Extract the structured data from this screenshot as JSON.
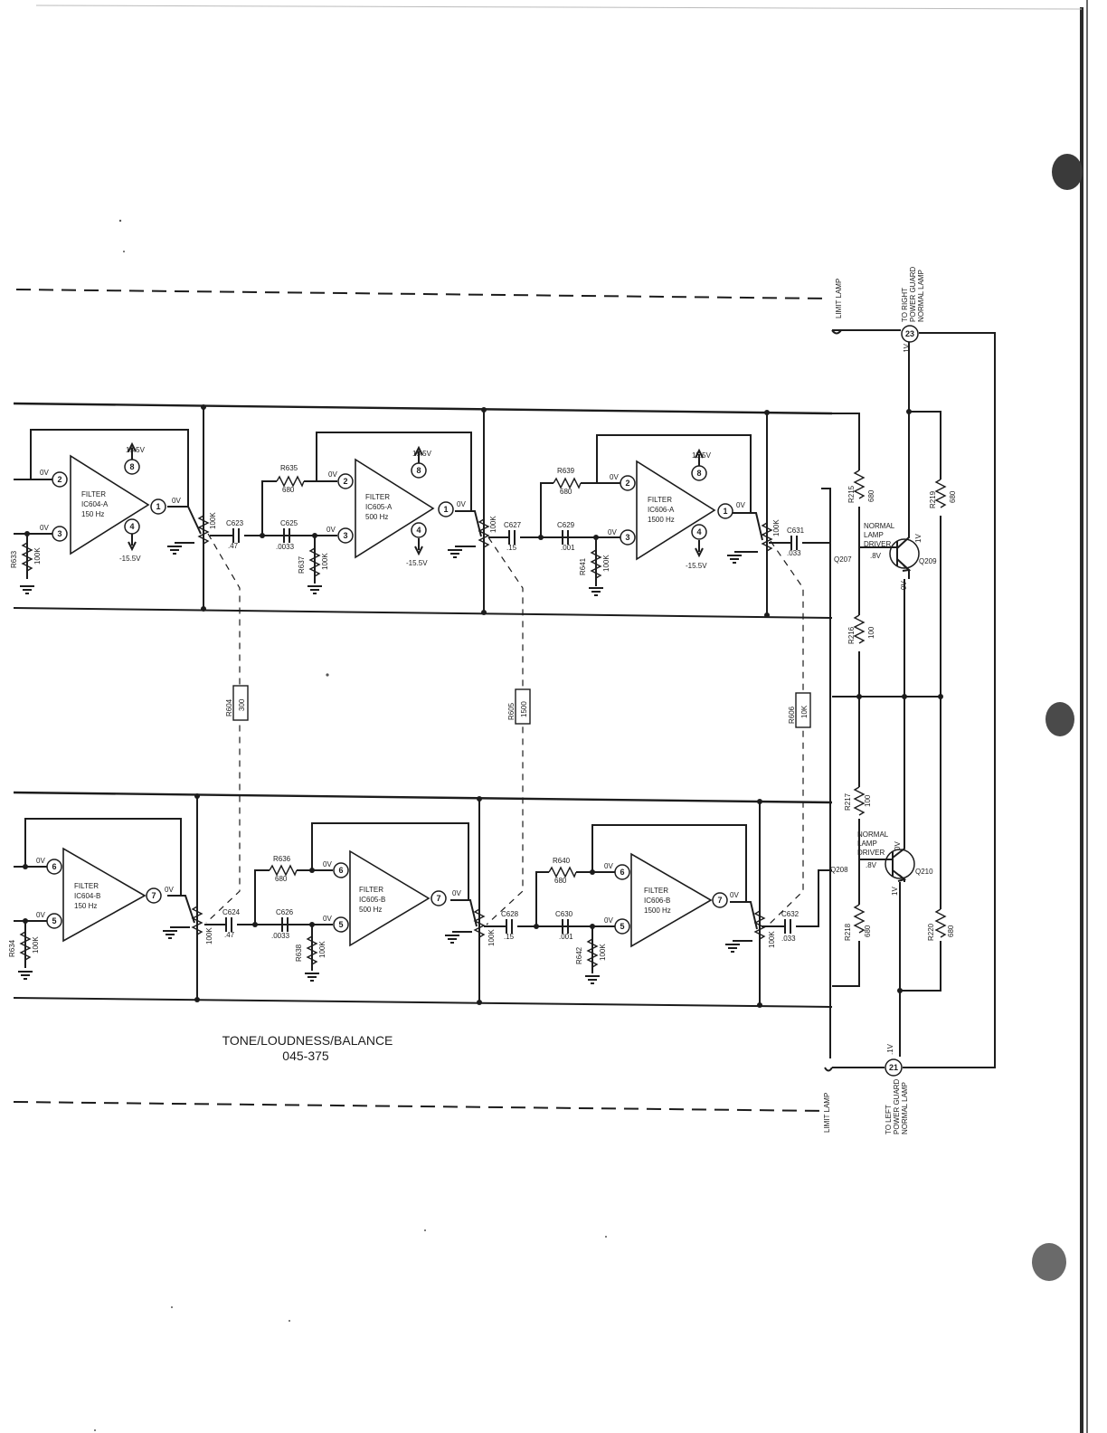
{
  "title": {
    "line1": "TONE/LOUDNESS/BALANCE",
    "line2": "045-375"
  },
  "filters": [
    {
      "l1": "FILTER",
      "l2": "IC604-A",
      "l3": "150 Hz",
      "in_pins": [
        "2",
        "3"
      ],
      "out_pin": "1",
      "supply_pins": [
        "8",
        "4"
      ]
    },
    {
      "l1": "FILTER",
      "l2": "IC605-A",
      "l3": "500 Hz",
      "in_pins": [
        "2",
        "3"
      ],
      "out_pin": "1",
      "supply_pins": [
        "8",
        "4"
      ]
    },
    {
      "l1": "FILTER",
      "l2": "IC606-A",
      "l3": "1500 Hz",
      "in_pins": [
        "2",
        "3"
      ],
      "out_pin": "1",
      "supply_pins": [
        "8",
        "4"
      ]
    },
    {
      "l1": "FILTER",
      "l2": "IC604-B",
      "l3": "150 Hz",
      "in_pins": [
        "6",
        "5"
      ],
      "out_pin": "7"
    },
    {
      "l1": "FILTER",
      "l2": "IC605-B",
      "l3": "500 Hz",
      "in_pins": [
        "6",
        "5"
      ],
      "out_pin": "7"
    },
    {
      "l1": "FILTER",
      "l2": "IC606-B",
      "l3": "1500 Hz",
      "in_pins": [
        "6",
        "5"
      ],
      "out_pin": "7"
    }
  ],
  "voltages": {
    "pos": "15.5V",
    "neg": "-15.5V",
    "zero": "0V",
    "v1": "1V",
    "v8": ".8V",
    "v1b": ".1V"
  },
  "pots": [
    "100K",
    "100K",
    "100K",
    "100K",
    "100K",
    "100K"
  ],
  "caps": [
    {
      "name": "C623",
      "value": ".47"
    },
    {
      "name": "C625",
      "value": ".0033"
    },
    {
      "name": "C627",
      "value": ".15"
    },
    {
      "name": "C629",
      "value": ".001"
    },
    {
      "name": "C631",
      "value": ".033"
    },
    {
      "name": "C624",
      "value": ".47"
    },
    {
      "name": "C626",
      "value": ".0033"
    },
    {
      "name": "C628",
      "value": ".15"
    },
    {
      "name": "C630",
      "value": ".001"
    },
    {
      "name": "C632",
      "value": ".033"
    }
  ],
  "resistors": [
    {
      "name": "R633",
      "value": "100K"
    },
    {
      "name": "R635",
      "value": "680"
    },
    {
      "name": "R637",
      "value": "100K"
    },
    {
      "name": "R639",
      "value": "680"
    },
    {
      "name": "R641",
      "value": "100K"
    },
    {
      "name": "R634",
      "value": "100K"
    },
    {
      "name": "R636",
      "value": "680"
    },
    {
      "name": "R638",
      "value": "100K"
    },
    {
      "name": "R640",
      "value": "680"
    },
    {
      "name": "R642",
      "value": "100K"
    },
    {
      "name": "R215",
      "value": "680"
    },
    {
      "name": "R216",
      "value": "100"
    },
    {
      "name": "R217",
      "value": "100"
    },
    {
      "name": "R218",
      "value": "680"
    },
    {
      "name": "R219",
      "value": "680"
    },
    {
      "name": "R220",
      "value": "680"
    }
  ],
  "linked_resistors": [
    {
      "name": "R604",
      "value": "300"
    },
    {
      "name": "R605",
      "value": "1500"
    },
    {
      "name": "R606",
      "value": "10K"
    }
  ],
  "lamp": {
    "limit_label": "LIMIT LAMP",
    "limit_label_bottom": "LIMIT LAMP",
    "driver_l1": "NORMAL",
    "driver_l2": "LAMP",
    "driver_l3": "DRIVER",
    "q209": "Q209",
    "q210": "Q210",
    "q207": "Q207",
    "q208": "Q208",
    "to_right": [
      "TO RIGHT",
      "POWER GUARD",
      "NORMAL LAMP"
    ],
    "to_left": [
      "TO LEFT",
      "POWER GUARD",
      "NORMAL LAMP"
    ],
    "conn_top": "23",
    "conn_bottom": "21"
  },
  "colors": {
    "ink": "#1c1c1c",
    "page_edge": "#2a2a2a",
    "hole": "#3a3a3a"
  }
}
